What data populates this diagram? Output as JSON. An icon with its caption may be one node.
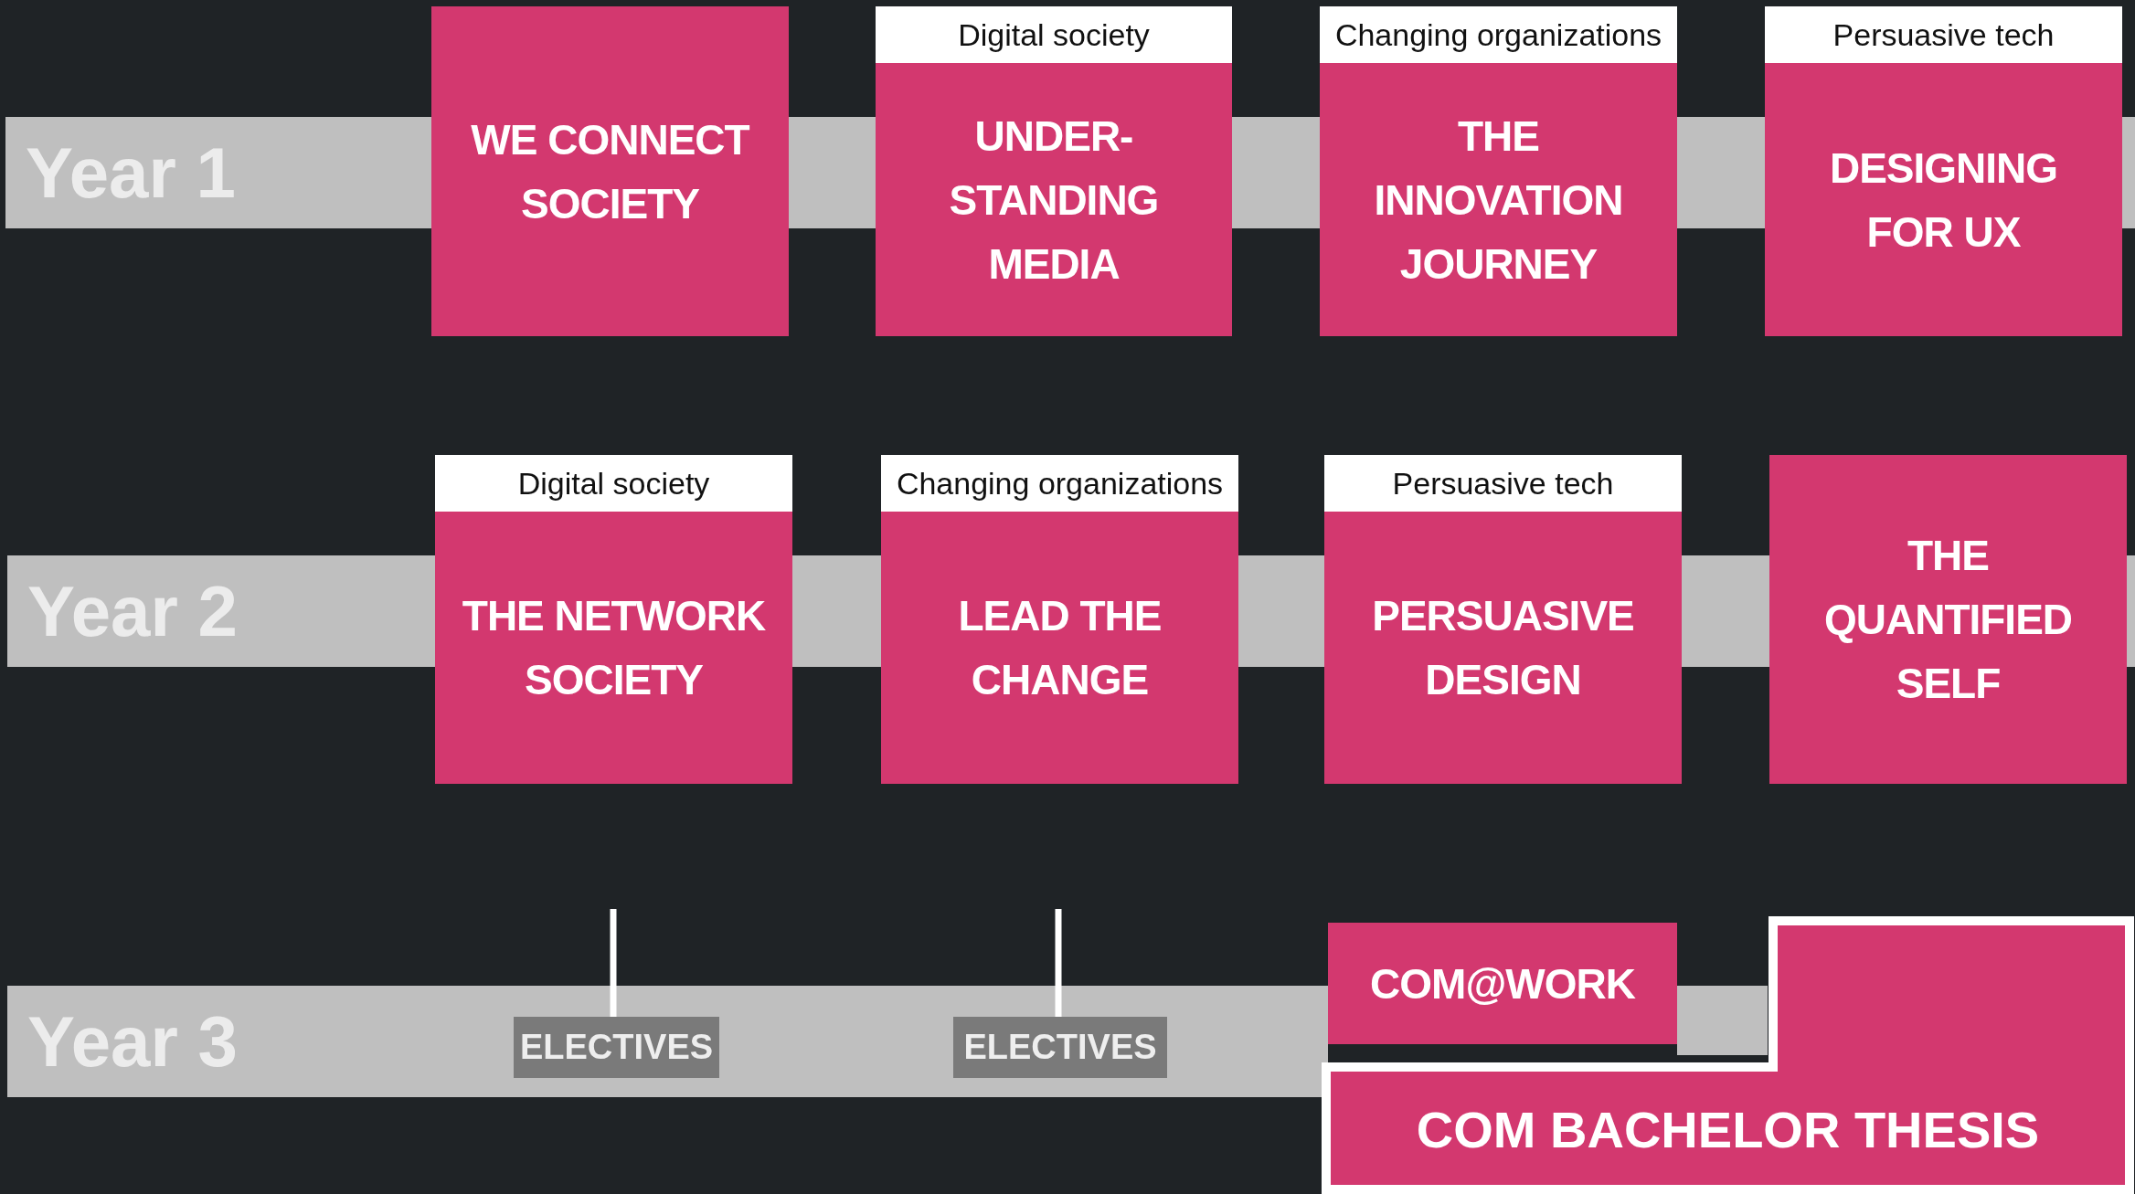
{
  "diagram": {
    "nodes": [
      {
        "text": [
          "Year 1"
        ]
      },
      {
        "text": [
          "WE CONNECT SOCIETY"
        ]
      },
      {
        "text": [
          "Digital society",
          "UNDER- STANDING MEDIA"
        ]
      },
      {
        "text": [
          "Changing organizations",
          "THE INNOVATION JOURNEY"
        ]
      },
      {
        "text": [
          "Persuasive tech",
          "DESIGNING FOR UX"
        ]
      },
      {
        "text": [
          "Year 2"
        ]
      },
      {
        "text": [
          "Digital society",
          "THE NETWORK SOCIETY"
        ]
      },
      {
        "text": [
          "Changing organizations",
          "LEAD THE CHANGE"
        ]
      },
      {
        "text": [
          "Persuasive tech",
          "PERSUASIVE DESIGN"
        ]
      },
      {
        "text": [
          "THE QUANTIFIED SELF"
        ]
      },
      {
        "text": [
          "Year 3"
        ]
      },
      {
        "text": [
          "ELECTIVES"
        ],
        "in": 10
      },
      {
        "text": [
          "ELECTIVES"
        ],
        "in": 10
      },
      {
        "text": [
          "COM@WORK"
        ]
      },
      {
        "text": [
          "COM BACHELOR THESIS"
        ]
      },
      {
        "text": [],
        "shape": "bar"
      },
      {
        "text": [],
        "shape": "bar"
      },
      {
        "text": [],
        "shape": "bar"
      },
      {
        "text": [],
        "shape": "bar"
      },
      {
        "text": [],
        "shape": "bar"
      },
      {
        "text": [],
        "shape": "bar"
      },
      {
        "text": [],
        "shape": "bar"
      },
      {
        "text": [],
        "shape": "bar"
      },
      {
        "text": [],
        "shape": "bar"
      }
    ],
    "edges": [
      {
        "from": null,
        "to": 11,
        "arrow": "none"
      },
      {
        "from": null,
        "to": 12,
        "arrow": "none"
      }
    ]
  }
}
